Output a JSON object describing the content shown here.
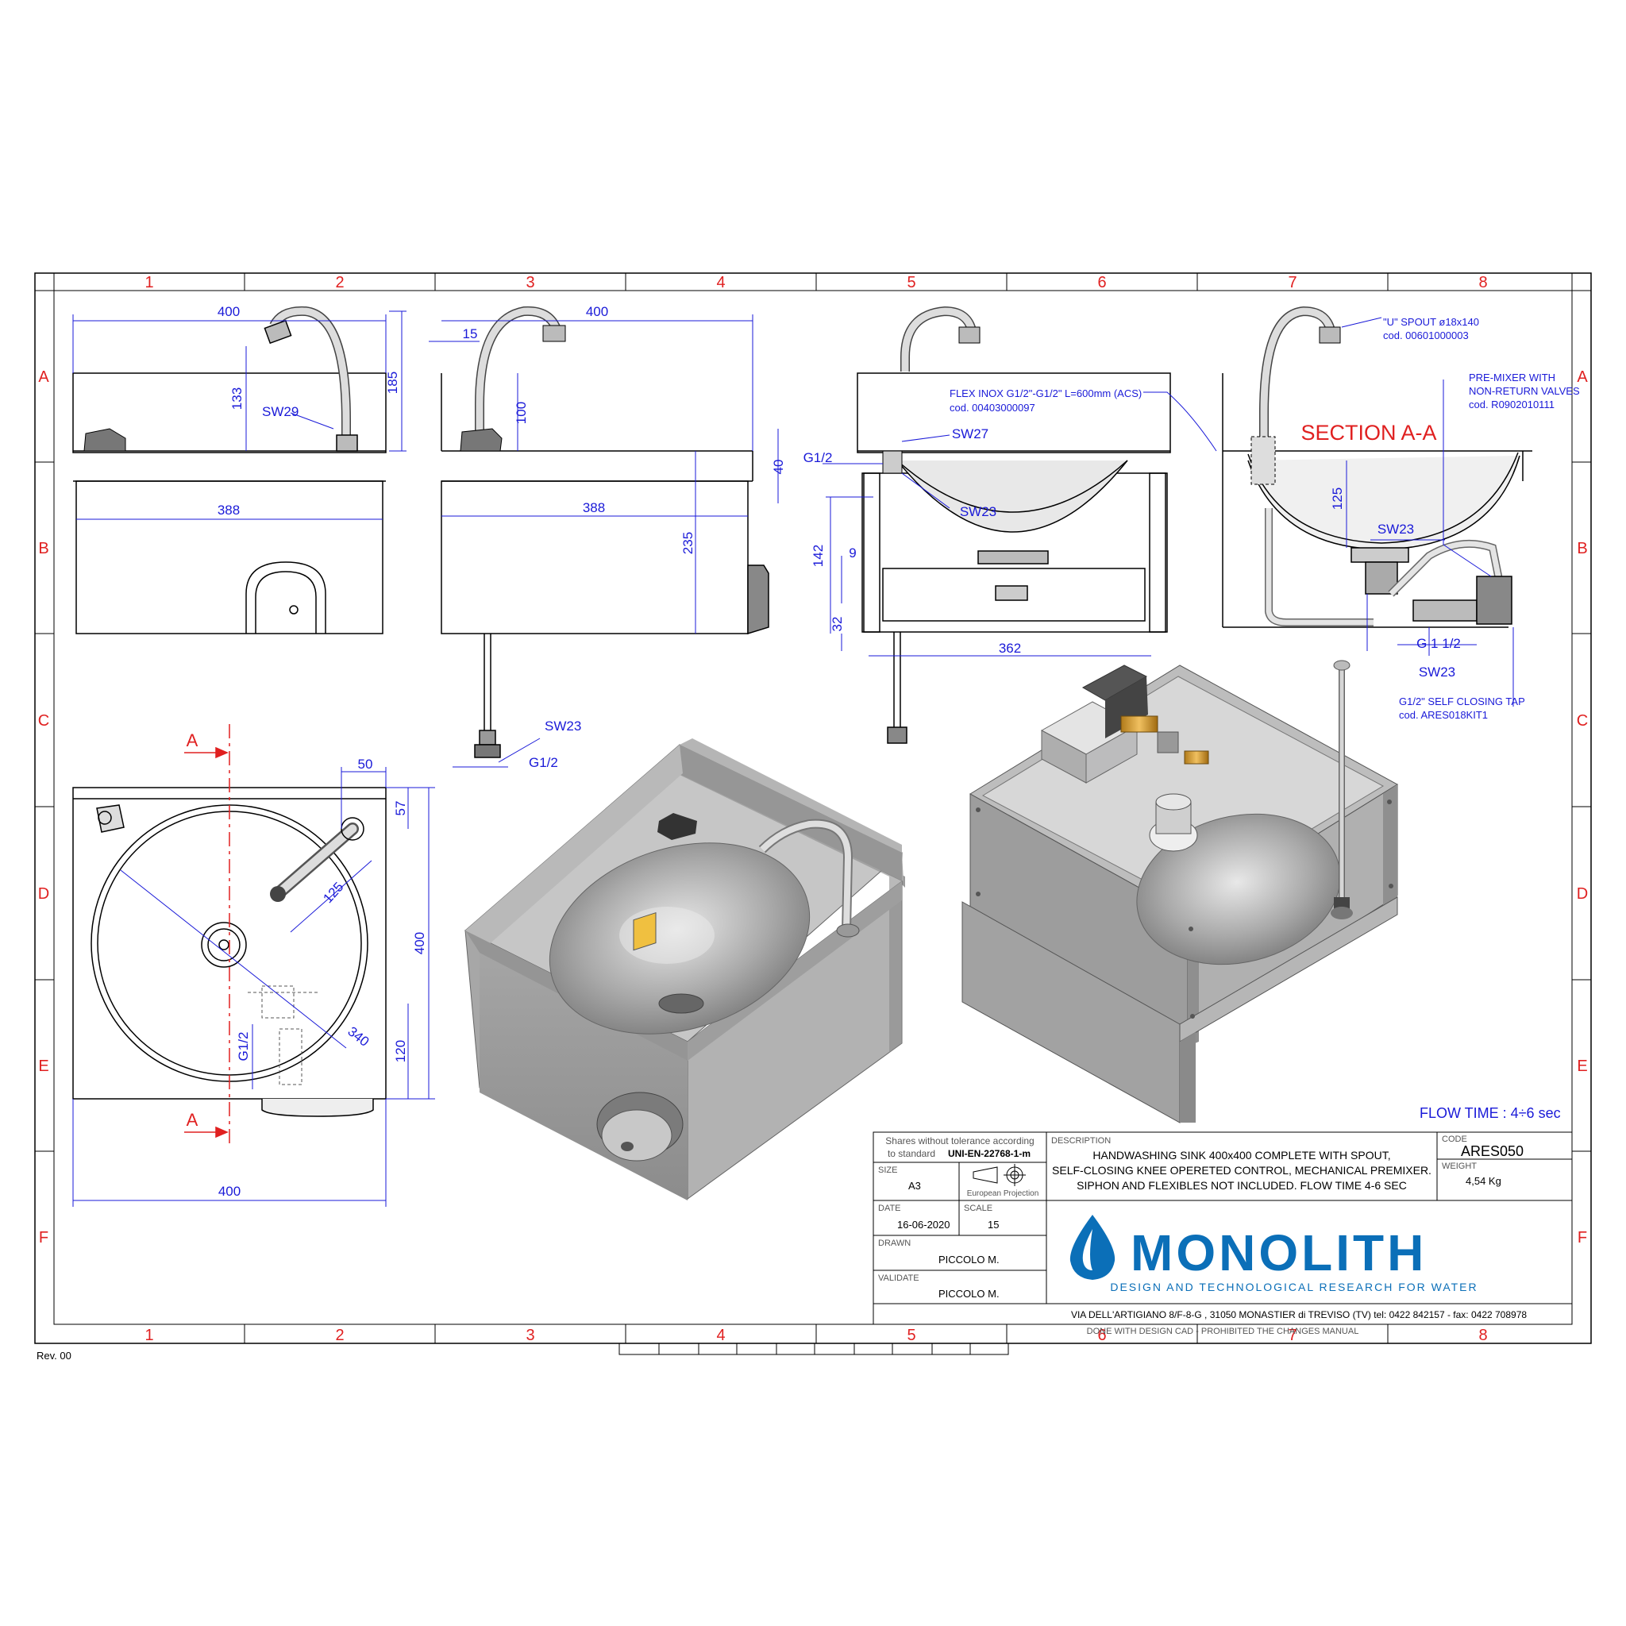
{
  "grid": {
    "columns": [
      "1",
      "2",
      "3",
      "4",
      "5",
      "6",
      "7",
      "8"
    ],
    "rows": [
      "A",
      "B",
      "C",
      "D",
      "E",
      "F"
    ]
  },
  "dimensions": {
    "front_width": "400",
    "front_height_185": "185",
    "front_133": "133",
    "front_sw29": "SW29",
    "front_388": "388",
    "side_400": "400",
    "side_15": "15",
    "side_100": "100",
    "side_40": "40",
    "side_388": "388",
    "side_235": "235",
    "side_sw23": "SW23",
    "side_g12": "G1/2",
    "rear_sw27": "SW27",
    "rear_g12": "G1/2",
    "rear_sw23": "SW23",
    "rear_142": "142",
    "rear_9": "9",
    "rear_32": "32",
    "rear_362": "362",
    "sec_125": "125",
    "sec_sw23_top": "SW23",
    "sec_g112": "G 1 1/2",
    "sec_sw23_bottom": "SW23",
    "top_50": "50",
    "top_57": "57",
    "top_125": "125",
    "top_400_v": "400",
    "top_340": "340",
    "top_120": "120",
    "top_g12": "G1/2",
    "top_400_h": "400",
    "section_mark_top": "A",
    "section_mark_bottom": "A"
  },
  "notes": {
    "flex_line1": "FLEX INOX G1/2\"-G1/2\" L=600mm (ACS)",
    "flex_line2": "cod. 00403000097",
    "spout_line1": "\"U\" SPOUT ø18x140",
    "spout_line2": "cod. 00601000003",
    "premixer_line1": "PRE-MIXER WITH",
    "premixer_line2": "NON-RETURN VALVES",
    "premixer_line3": "cod. R0902010111",
    "tap_line1": "G1/2\" SELF CLOSING TAP",
    "tap_line2": "cod. ARES018KIT1",
    "section_title": "SECTION A-A",
    "flow_time": "FLOW TIME : 4÷6 sec"
  },
  "title_block": {
    "tolerance_line1": "Shares without tolerance according",
    "tolerance_line2": "to standard",
    "tolerance_std": "UNI-EN-22768-1-m",
    "size_label": "SIZE",
    "size_value": "A3",
    "projection_label": "European Projection",
    "date_label": "DATE",
    "date_value": "16-06-2020",
    "scale_label": "SCALE",
    "scale_value": "15",
    "drawn_label": "DRAWN",
    "drawn_value": "PICCOLO M.",
    "validate_label": "VALIDATE",
    "validate_value": "PICCOLO M.",
    "description_label": "DESCRIPTION",
    "description_line1": "HANDWASHING SINK 400x400 COMPLETE WITH SPOUT,",
    "description_line2": "SELF-CLOSING KNEE OPERETED CONTROL, MECHANICAL PREMIXER.",
    "description_line3": "SIPHON AND FLEXIBLES NOT INCLUDED. FLOW TIME 4-6 SEC",
    "code_label": "CODE",
    "code_value": "ARES050",
    "weight_label": "WEIGHT",
    "weight_value": "4,54 Kg",
    "brand_name": "MONOLITH",
    "brand_tagline": "DESIGN AND TECHNOLOGICAL RESEARCH FOR WATER",
    "address": "VIA DELL'ARTIGIANO 8/F-8-G , 31050 MONASTIER di TREVISO (TV) tel: 0422 842157 - fax: 0422 708978",
    "footer_notice": "DONE WITH DESIGN CAD - PROHIBITED THE CHANGES MANUAL",
    "revision": "Rev. 00"
  },
  "colors": {
    "dimension_blue": "#1a1ad8",
    "grid_red": "#e02020",
    "brand_blue": "#0b6fb8",
    "steel_gray": "#9a9a9a"
  }
}
